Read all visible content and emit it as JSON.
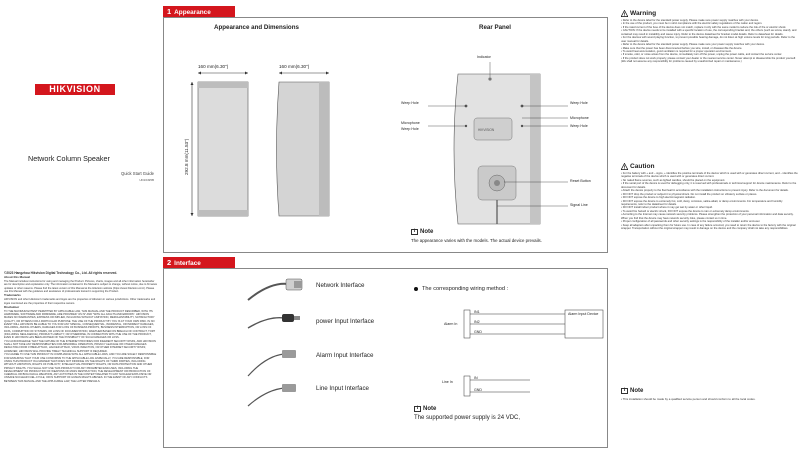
{
  "cover": {
    "brand": "HIKVISION",
    "product_title": "Network Column Speaker",
    "guide_label": "Quick Start Guide",
    "doc_code": "UD16495B"
  },
  "legal": {
    "copyright": "©2023 Hangzhou Hikvision Digital Technology Co., Ltd. All rights reserved.",
    "about_title": "About this Manual",
    "about_body": "The Manual includes instructions for using and managing the Product. Pictures, charts, images and all other information hereinafter are for description and explanation only. The information contained in the Manual is subject to change, without notice, due to firmware updates or other reasons. Please find the latest version of this Manual at the Hikvision website (https://www.hikvision.com/). Please use this Manual with the guidance and assistance of professionals trained in supporting the Product.",
    "trademarks_title": "Trademarks",
    "trademarks_body": "HIKVISION and other Hikvision's trademarks and logos are the properties of Hikvision in various jurisdictions. Other trademarks and logos mentioned are the properties of their respective owners.",
    "disclaimer_title": "Disclaimer",
    "disclaimer_p1": "TO THE MAXIMUM EXTENT PERMITTED BY APPLICABLE LAW, THIS MANUAL AND THE PRODUCT DESCRIBED, WITH ITS HARDWARE, SOFTWARE AND FIRMWARE, ARE PROVIDED \"AS IS\" AND \"WITH ALL FAULTS AND ERRORS\". HIKVISION MAKES NO WARRANTIES, EXPRESS OR IMPLIED, INCLUDING WITHOUT LIMITATION, MERCHANTABILITY, SATISFACTORY QUALITY, OR FITNESS FOR A PARTICULAR PURPOSE. THE USE OF THE PRODUCT BY YOU IS AT YOUR OWN RISK. IN NO EVENT WILL HIKVISION BE LIABLE TO YOU FOR ANY SPECIAL, CONSEQUENTIAL, INCIDENTAL, OR INDIRECT DAMAGES, INCLUDING, AMONG OTHERS, DAMAGES FOR LOSS OF BUSINESS PROFITS, BUSINESS INTERRUPTION, OR LOSS OF DATA, CORRUPTION OF SYSTEMS, OR LOSS OF DOCUMENTATION, WHETHER BASED ON BREACH OF CONTRACT, TORT (INCLUDING NEGLIGENCE), PRODUCT LIABILITY, OR OTHERWISE, IN CONNECTION WITH THE USE OF THE PRODUCT, EVEN IF HIKVISION HAS BEEN ADVISED OF THE POSSIBILITY OF SUCH DAMAGES OR LOSS.",
    "disclaimer_p2": "YOU ACKNOWLEDGE THAT THE NATURE OF THE INTERNET PROVIDES FOR INHERENT SECURITY RISKS, AND HIKVISION SHALL NOT TAKE ANY RESPONSIBILITIES FOR ABNORMAL OPERATION, PRIVACY LEAKAGE OR OTHER DAMAGES RESULTING FROM CYBER-ATTACK, HACKER ATTACK, VIRUS INFECTION, OR OTHER INTERNET SECURITY RISKS; HOWEVER, HIKVISION WILL PROVIDE TIMELY TECHNICAL SUPPORT IF REQUIRED.",
    "disclaimer_p3": "YOU AGREE TO USE THIS PRODUCT IN COMPLIANCE WITH ALL APPLICABLE LAWS, AND YOU ARE SOLELY RESPONSIBLE FOR ENSURING THAT YOUR USE CONFORMS TO THE APPLICABLE LAW. ESPECIALLY, YOU ARE RESPONSIBLE, FOR USING THIS PRODUCT IN A MANNER THAT DOES NOT INFRINGE ON THE RIGHTS OF THIRD PARTIES, INCLUDING WITHOUT LIMITATION, RIGHTS OF PUBLICITY, INTELLECTUAL PROPERTY RIGHTS, OR DATA PROTECTION AND OTHER PRIVACY RIGHTS. YOU SHALL NOT USE THIS PRODUCT FOR ANY PROHIBITED END-USES, INCLUDING THE DEVELOPMENT OR PRODUCTION OF WEAPONS OF MASS DESTRUCTION, THE DEVELOPMENT OR PRODUCTION OF CHEMICAL OR BIOLOGICAL WEAPONS, ANY ACTIVITIES IN THE CONTEXT RELATED TO ANY NUCLEAR EXPLOSIVE OR UNSAFE NUCLEAR FUEL-CYCLE, OR IN SUPPORT OF HUMAN RIGHTS ABUSES. IN THE EVENT OF ANY CONFLICTS BETWEEN THIS MANUAL AND THE APPLICABLE LAW, THE LATTER PREVAILS."
  },
  "appearance": {
    "num": "1",
    "title": "Appearance",
    "left_heading": "Appearance  and  Dimensions",
    "right_heading": "Rear  Panel",
    "dim_width_1": "160  mm(6.30\")",
    "dim_width_2": "160  mm(6.30\")",
    "dim_height": "292.8  mm(11.53\")",
    "labels": {
      "indicator": "Indicator",
      "weep_hole_tl": "Weep  Hole",
      "microphone_l": "Microphone",
      "weep_hole_ml": "Weep  Hole",
      "weep_hole_tr": "Weep  Hole",
      "microphone_r": "Microphone",
      "weep_hole_mr": "Weep  Hole",
      "reset_button": "Reset  Button",
      "signal_line": "Signal  Line"
    },
    "note_title": "Note",
    "note_text": "The appearance varies with the models. The actual device prevails."
  },
  "interface": {
    "num": "2",
    "title": "Interface",
    "items": [
      {
        "label": "Network  Interface"
      },
      {
        "label": "power Input Interface"
      },
      {
        "label": "Alarm Input Interface"
      },
      {
        "label": "Line Input Interface"
      }
    ],
    "wiring_heading": "The  corresponding  wiring  method :",
    "alarm_in": "Alarm  In",
    "alarm_device": "Alarm  Input  Device",
    "in1": "IN1",
    "in2": "IN2",
    "gnd_a": "GND",
    "line_in": "Line  In",
    "in_l": "IN",
    "gnd_l": "GND",
    "note_title": "Note",
    "note_text": "The  supported  power  supply  is  24  VDC,"
  },
  "warning": {
    "title": "Warning",
    "items": [
      "• Refer to the device label for the standard power supply. Please make sure power supply matches with your device.",
      "• In the use of the product, you must be in strict compliance with the electric safety regulations of the nation and region.",
      "• If the rated current of the fuse of the device does not match, replace it only with the same model to reduce the risk of fire or electric shock.",
      "• CAUTION: If the device needs to be installed with a specific location of use, the corresponding bracket and, the others (such as screw, stand), and certained may result in instability and cause injury. Refer to the device datasheet for bracket model details. Refer to datasheet for details.",
      "• For the devices with sound playing function, to prevent possible hearing damage, do not listen at high volume levels for long periods. Refer to the user manual for details.",
      "• Refer to the device label for the standard power supply. Please make sure your power supply matches with your device.",
      "• Make sure that the power has been disconnected before you wire, install, or disassemble the device.",
      "• To avoid heat accumulation, good ventilation is required for a proper operation environment.",
      "• If smoke, odor, or noise arises from the device, immediately turn off the power, unplug the power cable, and contact the service center.",
      "• If the product does not work properly, please contact your dealer or the nearest service center. Never attempt to disassemble the product yourself. (We shall not assume any responsibility for problems caused by unauthorized repair or maintenance.)"
    ]
  },
  "caution": {
    "title": "Caution",
    "items": [
      "• For the battery with + and − signs, + identifies the positive terminals of the device which is used with or generates direct current, and − identifies the negative terminals of the device which is used with or generates direct current.",
      "• No naked flame sources, such as lighted candles, should be placed on the equipment.",
      "• If the serial port of the device is used for debugging only, it is reserved with professionals or technical support for device maintenance. Refer to the document for details.",
      "• Attach the device properly to the floor/wall in accordance with the installation instructions to prevent injury. Refer to the document for details.",
      "• DO NOT drop the product or subject it to physical shock. Do not install the product on vibratory surface or places.",
      "• DO NOT expose the device to high electromagnetic radiation.",
      "• DO NOT expose the device to extremely hot, cold, dusty, corrosive, saline-alkali, or damp environments. For temperature and humidity requirements, refer to the datasheet for details.",
      "• DO NOT install indoor product where it may get wet by water or other liquid.",
      "• To avoid fire hazard or electric shock, DO NOT expose the device to rain or extremely damp environments.",
      "• According to the Internet may cause network security problems. Please strengthen the protection of your personal information and data security. When you find that the device may have network security risks, please contact us in time.",
      "• Proper configuration of all passwords and other security settings is the responsibility of the installer and/or end-user.",
      "• Keep all adapters after unpacking them for future use. In case of any failure occurred, you need to return the device to the factory with the original wrapper. Transportation without the original wrapper may result in damage on the device and the company shall not take any responsibilities."
    ]
  },
  "note_right": {
    "title": "Note",
    "text": "• This installation should be made by a qualified service person and should conform to all the local codes."
  }
}
